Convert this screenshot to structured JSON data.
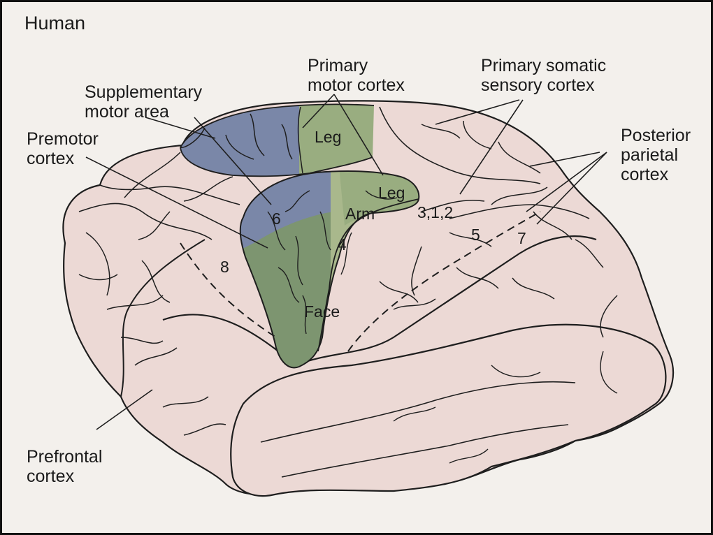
{
  "figure": {
    "title": "Human",
    "background_color": "#f3f0ec",
    "brain_fill": "#ecd9d5",
    "outline_color": "#1e1e1e"
  },
  "regions": {
    "supplementary_motor_area": {
      "label": "Supplementary\nmotor area",
      "color": "#7a87a8"
    },
    "premotor_cortex": {
      "label": "Premotor\ncortex",
      "color": "#7a87a8"
    },
    "primary_motor_cortex": {
      "label": "Primary\nmotor cortex",
      "color": "#99ad80"
    },
    "primary_somatic_sensory_cortex": {
      "label": "Primary somatic\nsensory cortex"
    },
    "posterior_parietal_cortex": {
      "label": "Posterior\nparietal\ncortex"
    },
    "prefrontal_cortex": {
      "label": "Prefrontal\ncortex"
    },
    "lateral_motor_strip_color": "#7d9570"
  },
  "area_labels": {
    "leg_top": "Leg",
    "leg_lateral": "Leg",
    "arm": "Arm",
    "face": "Face",
    "area_6": "6",
    "area_4": "4",
    "area_8": "8",
    "area_312": "3,1,2",
    "area_5": "5",
    "area_7": "7"
  }
}
